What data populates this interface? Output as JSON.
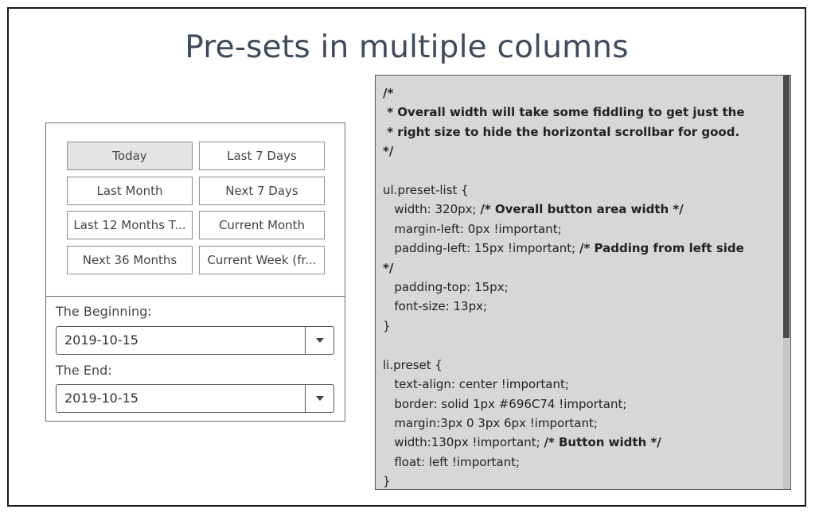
{
  "title": "Pre-sets in multiple columns",
  "presets": [
    {
      "label": "Today",
      "active": true
    },
    {
      "label": "Last 7 Days",
      "active": false
    },
    {
      "label": "Last Month",
      "active": false
    },
    {
      "label": "Next 7 Days",
      "active": false
    },
    {
      "label": "Last 12 Months T...",
      "active": false
    },
    {
      "label": "Current Month",
      "active": false
    },
    {
      "label": "Next 36 Months",
      "active": false
    },
    {
      "label": "Current Week (fr...",
      "active": false
    }
  ],
  "fields": {
    "beginning_label": "The Beginning:",
    "beginning_value": "2019-10-15",
    "end_label": "The End:",
    "end_value": "2019-10-15"
  },
  "code": {
    "l01": "/*",
    "l02": " * Overall width will take some fiddling to get just the",
    "l03": " * right size to hide the horizontal scrollbar for good.",
    "l04": "*/",
    "l06": "ul.preset-list {",
    "l07a": "   width: 320px; ",
    "l07b": "/* Overall button area width */",
    "l08": "   margin-left: 0px !important;",
    "l09a": "   padding-left: 15px !important; ",
    "l09b": "/* Padding from left side",
    "l10": "*/",
    "l11": "   padding-top: 15px;",
    "l12": "   font-size: 13px;",
    "l13": "}",
    "l15": "li.preset {",
    "l16": "   text-align: center !important;",
    "l17": "   border: solid 1px #696C74 !important;",
    "l18": "   margin:3px 0 3px 6px !important;",
    "l19a": "   width:130px !important; ",
    "l19b": "/* Button width */",
    "l20": "   float: left !important;",
    "l21": "}"
  },
  "colors": {
    "title": "#3e4b5c",
    "code_bg": "#d7d7d7",
    "active_preset_bg": "#e4e4e6"
  }
}
